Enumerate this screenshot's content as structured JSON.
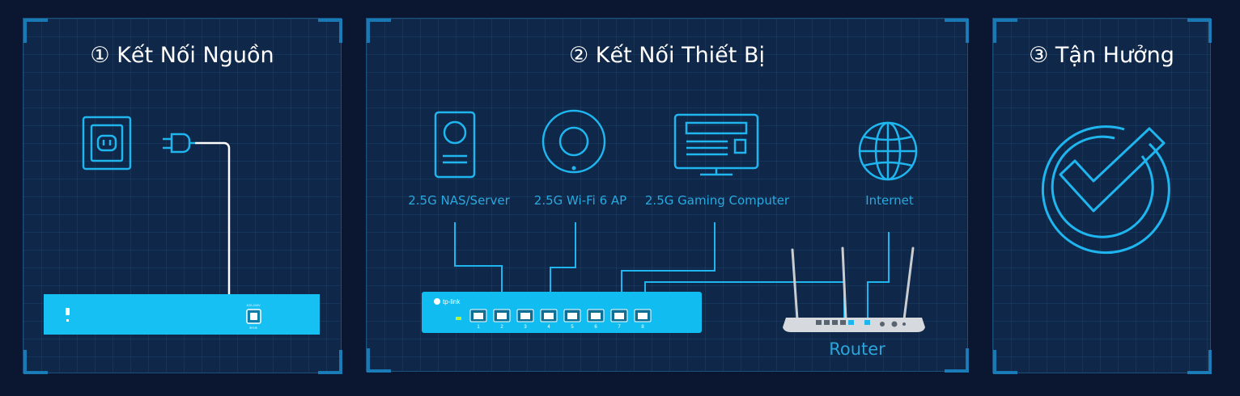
{
  "colors": {
    "background": "#0b1631",
    "panel": "#0f2748",
    "neon": "#1fb6f0",
    "switch": "#11bdf0",
    "text": "#ffffff",
    "label": "#29a9e0"
  },
  "steps": [
    {
      "title": "① Kết Nối Nguồn"
    },
    {
      "title": "② Kết Nối Thiết Bị"
    },
    {
      "title": "③ Tận Hưởng"
    }
  ],
  "devices": [
    {
      "label": "2.5G NAS/Server",
      "icon": "nas-icon"
    },
    {
      "label": "2.5G Wi-Fi 6 AP",
      "icon": "access-point-icon"
    },
    {
      "label": "2.5G Gaming Computer",
      "icon": "monitor-icon"
    },
    {
      "label": "Internet",
      "icon": "globe-icon"
    }
  ],
  "switch": {
    "brand": "tp-link",
    "ports": [
      "1",
      "2",
      "3",
      "4",
      "5",
      "6",
      "7",
      "8"
    ]
  },
  "router_label": "Router"
}
